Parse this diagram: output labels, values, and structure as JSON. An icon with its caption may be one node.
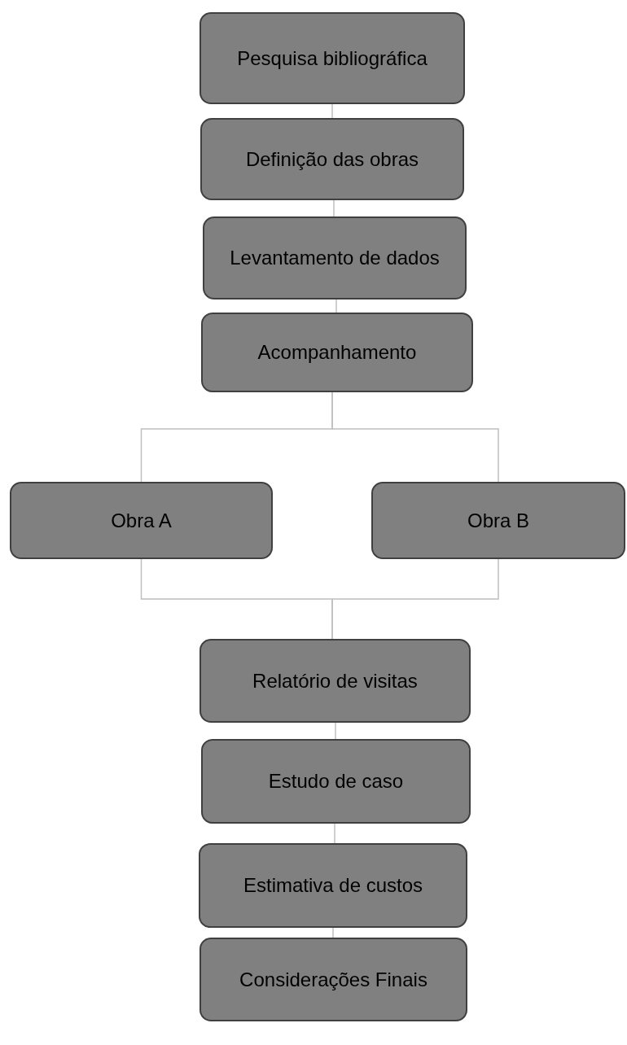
{
  "diagram": {
    "nodes": [
      {
        "text": [
          "Pesquisa bibliográfica"
        ]
      },
      {
        "text": [
          "Definição das obras"
        ]
      },
      {
        "text": [
          "Levantamento de dados"
        ]
      },
      {
        "text": [
          "Acompanhamento"
        ]
      },
      {
        "text": [
          "Obra A"
        ]
      },
      {
        "text": [
          "Obra B"
        ]
      },
      {
        "text": [
          "Relatório de visitas"
        ]
      },
      {
        "text": [
          "Estudo de caso"
        ]
      },
      {
        "text": [
          "Estimativa de custos"
        ]
      },
      {
        "text": [
          "Considerações Finais"
        ]
      }
    ],
    "edges": [
      {
        "from": 0,
        "to": 1,
        "arrow": "none"
      },
      {
        "from": 1,
        "to": 2,
        "arrow": "none"
      },
      {
        "from": 2,
        "to": 3,
        "arrow": "none"
      },
      {
        "from": 3,
        "to": 4,
        "arrow": "none"
      },
      {
        "from": 3,
        "to": 5,
        "arrow": "none"
      },
      {
        "from": 4,
        "to": 6,
        "arrow": "none"
      },
      {
        "from": 5,
        "to": 6,
        "arrow": "none"
      },
      {
        "from": 6,
        "to": 7,
        "arrow": "none"
      },
      {
        "from": 7,
        "to": 8,
        "arrow": "none"
      },
      {
        "from": 8,
        "to": 9,
        "arrow": "none"
      }
    ]
  }
}
